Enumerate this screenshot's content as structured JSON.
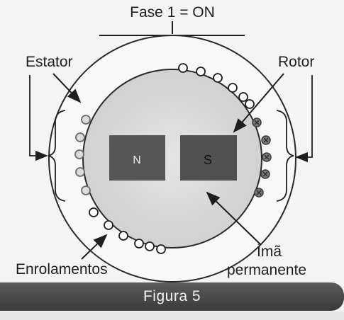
{
  "figure": {
    "phase_label": "Fase 1 = ON",
    "labels": {
      "stator": "Estator",
      "rotor": "Rotor",
      "windings": "Enrolamentos",
      "magnet_line1": "Ímã",
      "magnet_line2": "permanente"
    },
    "poles": {
      "north": "N",
      "south": "S"
    },
    "caption": "Figura 5"
  },
  "colors": {
    "pole": "#545454",
    "rotor_fill": "#d9d9d9",
    "coil_active": "#7a7a7a",
    "caption_bar": "#4a4a4a"
  }
}
